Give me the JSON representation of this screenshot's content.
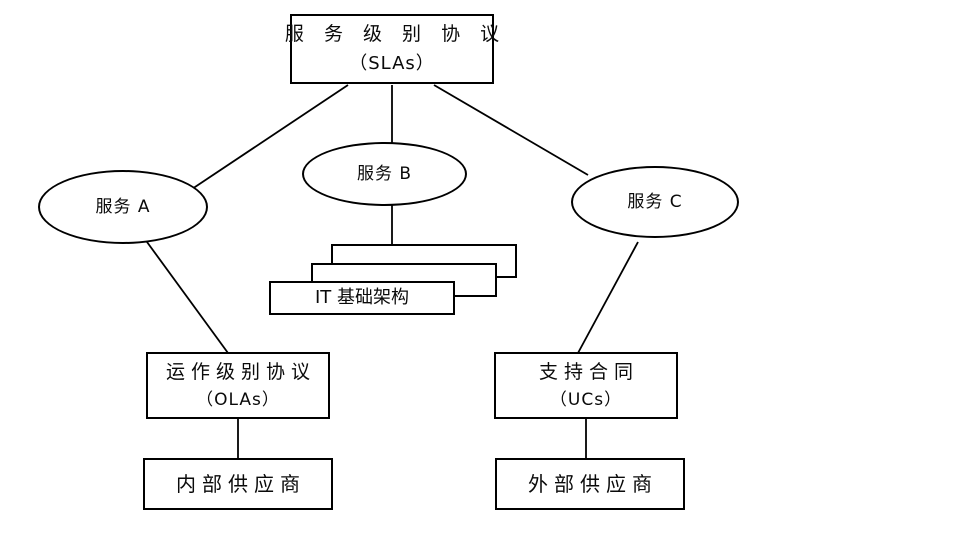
{
  "diagram": {
    "background_color": "#ffffff",
    "line_color": "#000000",
    "nodes": {
      "sla": {
        "line1": "服 务 级 别 协 议",
        "line2": "（SLAs）"
      },
      "service_a": {
        "label": "服务 A"
      },
      "service_b": {
        "label": "服务 B"
      },
      "service_c": {
        "label": "服务 C"
      },
      "it_infrastructure": {
        "label": "IT 基础架构"
      },
      "ola": {
        "line1": "运作级别协议",
        "line2": "（OLAs）"
      },
      "uc": {
        "line1": "支持合同",
        "line2": "（UCs）"
      },
      "internal_supplier": {
        "label": "内部供应商"
      },
      "external_supplier": {
        "label": "外部供应商"
      }
    }
  }
}
